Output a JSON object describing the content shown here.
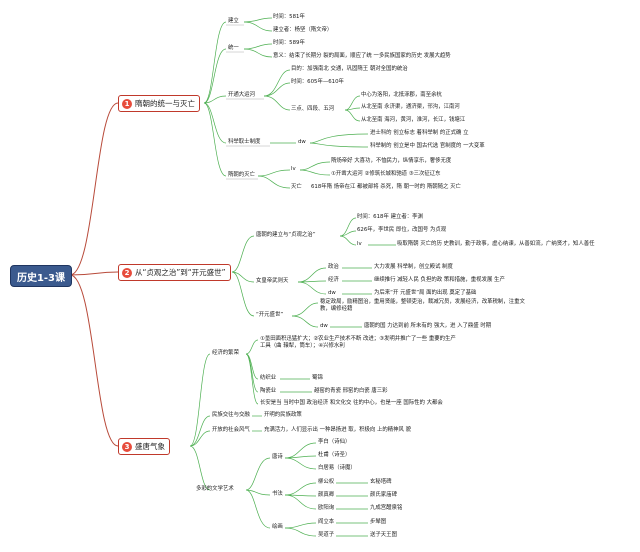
{
  "root": "历史1-3课",
  "sections": [
    {
      "num": "1",
      "title": "隋朝的统一与灭亡"
    },
    {
      "num": "2",
      "title": "从“贞观之治”到“开元盛世”"
    },
    {
      "num": "3",
      "title": "盛唐气象"
    }
  ],
  "s1": {
    "jianli": "建立",
    "jianli_time": "时间：581年",
    "jianli_who": "建立者：杨坚（隋文帝）",
    "tongyi": "统一",
    "tongyi_time": "时间：589年",
    "tongyi_meaning": "意义：结束了长期分 裂的局面，顺应了统 一多民族国家的历史 发展大趋势",
    "yunhe": "开通大运河",
    "yunhe_purpose": "目的：加强南北 交通，巩固隋王 朝对全国的统治",
    "yunhe_time": "时间：605年—610年",
    "sandian": "三点、四段、五河",
    "sd1": "中心为洛阳，北抵涿郡，南至余杭",
    "sd2": "从北至南 永济渠，通济渠，邗沟，江南河",
    "sd3": "从北至南 海河，黄河，淮河，长江，钱塘江",
    "keju": "科举取士制度",
    "keju_dw": "dw",
    "keju1": "进士科的 创立标志 着科举制 的正式确 立",
    "keju2": "科举制的 创立是中 国古代选 官制度的 一大变革",
    "mieWang": "隋朝的灭亡",
    "lv": "lv",
    "lv1": "隋炀帝好 大喜功，不恤民力，纵情享乐，奢侈无度",
    "lv2": "①开凿大运河 ②修筑长城和驰道 ③三次征辽东",
    "miewang_label": "灭亡",
    "miewang_text": "618年隋 炀帝在江 都被部将 杀死，隋 朝一时的 隋朝随之 灭亡"
  },
  "s2": {
    "tang": "唐朝的建立与“贞观之治”",
    "tang_time": "时间：618年 建立者：李渊",
    "tang_626": "626年，李世民 即位，改国号 为贞观",
    "tang_lv": "lv",
    "tang_zhen": "吸取隋朝 灭亡的历 史教训，勤于政事，虚心纳谏，从善如流，广纳贤才，知人善任",
    "nvhuang": "女皇帝武则天",
    "zhengzhi": "政治",
    "zhengzhi_t": "大力发展 科举制，创立殿试 制度",
    "jingji": "经济",
    "jingji_t": "继续推行 减轻人民 负担的政 策和措施，重视发展 生产",
    "dw": "dw",
    "dw_t": "为后来“开 元盛世”局 面的出现 奠定了基础",
    "kaiyuan": "“开元盛世”",
    "ky1": "稳定政局，励精图治，重用贤能，整顿吏治，裁减冗员，发展经济，改革税制，注重文教，编修经籍",
    "ky_dw": "dw",
    "ky2": "唐朝的国 力达到前 所未有的 强大，进 入了鼎盛 时期"
  },
  "s3": {
    "fanrong": "经济的繁荣",
    "fr1": "①垦田面积迅猛扩大；②农业生产技术不断 改进；③发明并推广了一些 重要的生产工具（曲 辕犁，筒车）；④兴修水利",
    "fangzhi": "纺织业",
    "fangzhi_t": "蜀锦",
    "taoci": "陶瓷业",
    "taoci_t": "越窑的青瓷 邢窑的白瓷 唐三彩",
    "changan": "长安是当 当时中国 政治经济 和文化交 往的中心，也是一座 国际性的 大都会",
    "minzu": "民族交往与交融",
    "minzu_t": "开明的民族政策",
    "kaifang": "开放的社会风气",
    "kaifang_t": "充满活力，人们显示出 一种昂扬进 取，积极向 上的精神风 貌",
    "wenxue": "多彩的文学艺术",
    "tangshi": "唐诗",
    "libai": "李白（诗仙）",
    "dufu": "杜甫（诗圣）",
    "baijuyi": "白居易（诗魔）",
    "shufa": "书法",
    "liugongquan": "柳公权",
    "liu_t": "玄秘塔碑",
    "yanzhenqing": "颜真卿",
    "yan_t": "颜氏家庙碑",
    "ouyangxun": "欧阳询",
    "ou_t": "九成宫醴泉铭",
    "huihua": "绘画",
    "yanliben": "阎立本",
    "yan2_t": "步辇图",
    "wudaozi": "吴道子",
    "wu_t": "送子天王图"
  }
}
